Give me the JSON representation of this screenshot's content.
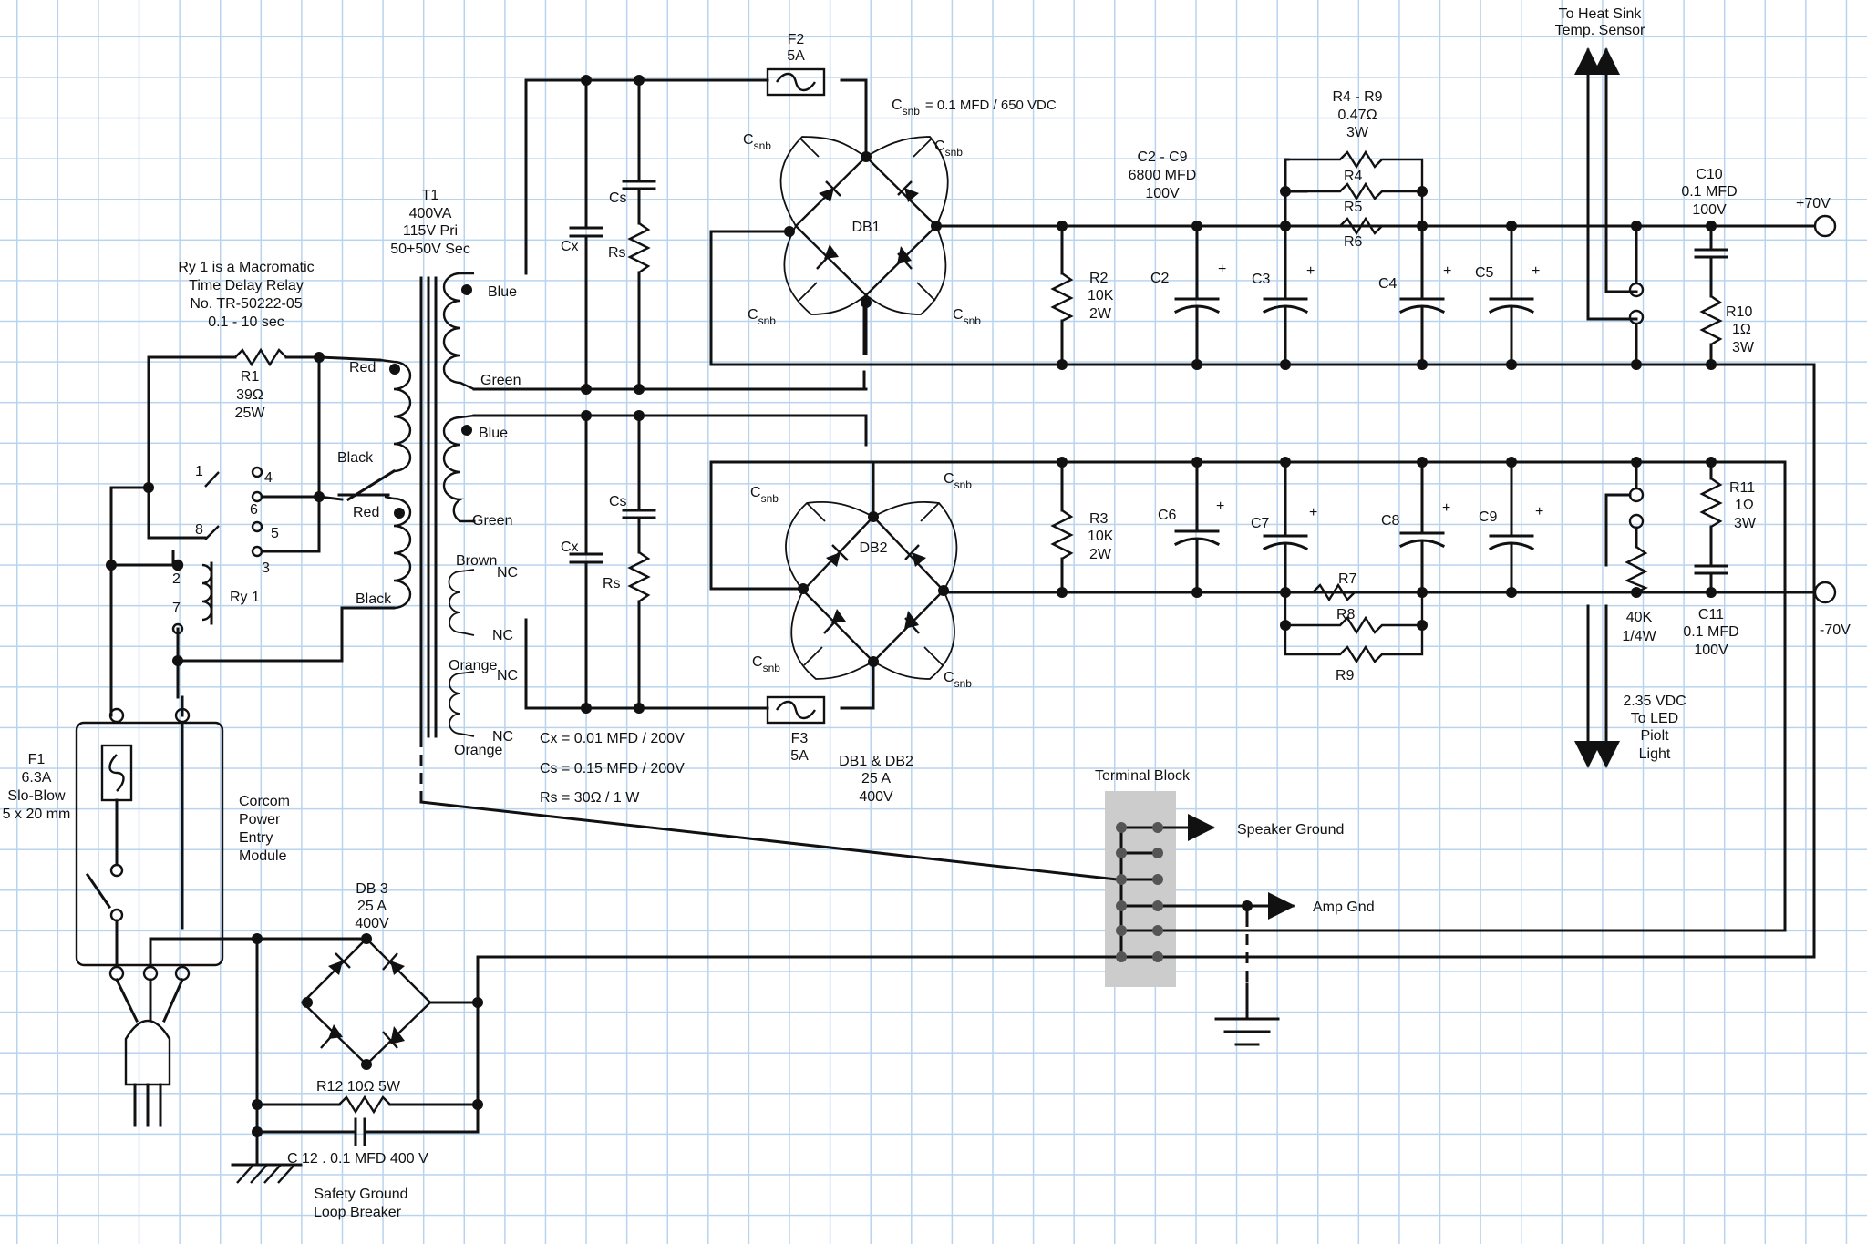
{
  "labels": {
    "heat_sink": [
      "To Heat Sink",
      "Temp. Sensor"
    ],
    "f2": [
      "F2",
      "5A"
    ],
    "csnb_value": "= 0.1 MFD / 650 VDC",
    "csnb": "C",
    "snb": "snb",
    "r4r9": [
      "R4 - R9",
      "0.47Ω",
      "3W"
    ],
    "c2c9": [
      "C2 - C9",
      "6800 MFD",
      "100V"
    ],
    "c10": [
      "C10",
      "0.1 MFD",
      "100V"
    ],
    "plus70": "+70V",
    "minus70": "-70V",
    "t1": [
      "T1",
      "400VA",
      "115V Pri",
      "50+50V Sec"
    ],
    "ry1_note": [
      "Ry 1 is a Macromatic",
      "Time Delay Relay",
      "No. TR-50222-05",
      "0.1 - 10 sec"
    ],
    "r1": [
      "R1",
      "39Ω",
      "25W"
    ],
    "blue": "Blue",
    "green": "Green",
    "red": "Red",
    "black": "Black",
    "brown": "Brown",
    "orange": "Orange",
    "nc": "NC",
    "cx": "Cx",
    "cs": "Cs",
    "rs": "Rs",
    "db1": "DB1",
    "db2": "DB2",
    "r2": [
      "R2",
      "10K",
      "2W"
    ],
    "r3": [
      "R3",
      "10K",
      "2W"
    ],
    "c2": "C2",
    "c3": "C3",
    "c4": "C4",
    "c5": "C5",
    "c6": "C6",
    "c7": "C7",
    "c8": "C8",
    "c9": "C9",
    "r4": "R4",
    "r5": "R5",
    "r6": "R6",
    "r7": "R7",
    "r8": "R8",
    "r9": "R9",
    "plus": "+",
    "r10": [
      "R10",
      "1Ω",
      "3W"
    ],
    "r11": [
      "R11",
      "1Ω",
      "3W"
    ],
    "c11": [
      "C11",
      "0.1 MFD",
      "100V"
    ],
    "r40k": [
      "40K",
      "1/4W"
    ],
    "led": [
      "2.35 VDC",
      "To LED",
      "Piolt",
      "Light"
    ],
    "pins": [
      "1",
      "4",
      "6",
      "8",
      "5",
      "3",
      "2",
      "7"
    ],
    "ry1": "Ry 1",
    "f1": [
      "F1",
      "6.3A",
      "Slo-Blow",
      "5 x 20 mm"
    ],
    "corcom": [
      "Corcom",
      "Power",
      "Entry",
      "Module"
    ],
    "cx_value": "Cx = 0.01 MFD / 200V",
    "cs_value": "Cs = 0.15 MFD / 200V",
    "rs_value": "Rs = 30Ω / 1 W",
    "f3": [
      "F3",
      "5A"
    ],
    "db_rating": [
      "DB1 & DB2",
      "25 A",
      "400V"
    ],
    "terminal_block": "Terminal Block",
    "speaker_ground": "Speaker Ground",
    "amp_gnd": "Amp  Gnd",
    "db3": [
      "DB 3",
      "25 A",
      "400V"
    ],
    "r12": "R12   10Ω   5W",
    "c12": "C 12 . 0.1 MFD    400 V",
    "safety": [
      "Safety Ground",
      "Loop Breaker"
    ]
  },
  "colors": {
    "grid": "#b8d3ee",
    "ink": "#111111",
    "terminal_block": "#cccccc"
  }
}
